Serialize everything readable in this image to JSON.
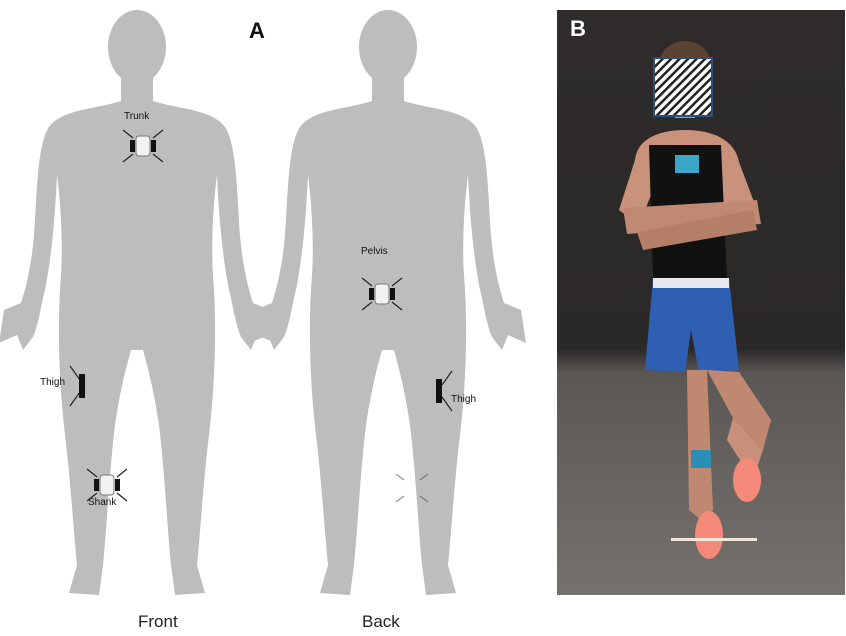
{
  "panel_a": {
    "letter": "A",
    "views": {
      "front": "Front",
      "back": "Back"
    },
    "sensors": {
      "trunk": "Trunk",
      "pelvis": "Pelvis",
      "thigh_front": "Thigh",
      "thigh_back": "Thigh",
      "shank": "Shank"
    }
  },
  "panel_b": {
    "letter": "B"
  },
  "colors": {
    "silhouette": "#bdbdbd",
    "floor": "#75716d",
    "shorts": "#2e5fb3",
    "shoe": "#f58a7a"
  }
}
